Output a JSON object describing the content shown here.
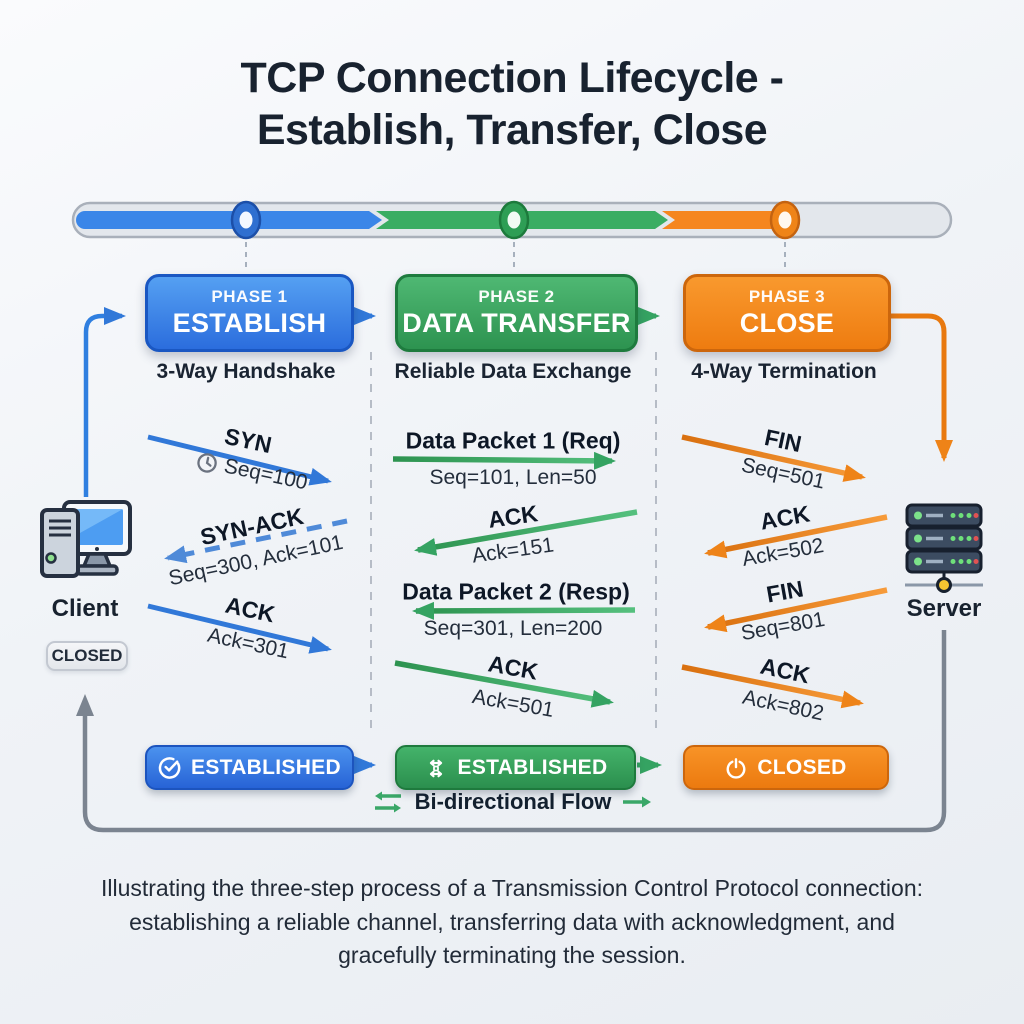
{
  "header": {
    "title_line1": "TCP Connection Lifecycle -",
    "title_line2": "Establish, Transfer, Close"
  },
  "phases": [
    {
      "kicker": "PHASE 1",
      "name": "ESTABLISH",
      "subtitle": "3-Way Handshake"
    },
    {
      "kicker": "PHASE 2",
      "name": "DATA TRANSFER",
      "subtitle": "Reliable Data Exchange"
    },
    {
      "kicker": "PHASE 3",
      "name": "CLOSE",
      "subtitle": "4-Way Termination"
    }
  ],
  "actors": {
    "client": {
      "label": "Client",
      "state": "CLOSED"
    },
    "server": {
      "label": "Server"
    }
  },
  "messages": {
    "establish": [
      {
        "name": "SYN",
        "detail": "Seq=100",
        "direction": "client-to-server",
        "icon": "clock-timer"
      },
      {
        "name": "SYN-ACK",
        "detail": "Seq=300, Ack=101",
        "direction": "server-to-client",
        "style": "dashed"
      },
      {
        "name": "ACK",
        "detail": "Ack=301",
        "direction": "client-to-server"
      }
    ],
    "transfer": [
      {
        "name": "Data Packet 1 (Req)",
        "detail": "Seq=101, Len=50",
        "direction": "client-to-server"
      },
      {
        "name": "ACK",
        "detail": "Ack=151",
        "direction": "server-to-client"
      },
      {
        "name": "Data Packet 2 (Resp)",
        "detail": "Seq=301, Len=200",
        "direction": "server-to-client"
      },
      {
        "name": "ACK",
        "detail": "Ack=501",
        "direction": "client-to-server"
      }
    ],
    "close": [
      {
        "name": "FIN",
        "detail": "Seq=501",
        "direction": "client-to-server"
      },
      {
        "name": "ACK",
        "detail": "Ack=502",
        "direction": "server-to-client"
      },
      {
        "name": "FIN",
        "detail": "Seq=801",
        "direction": "server-to-client"
      },
      {
        "name": "ACK",
        "detail": "Ack=802",
        "direction": "client-to-server"
      }
    ]
  },
  "states": [
    {
      "label": "ESTABLISHED",
      "icon": "check-circle"
    },
    {
      "label": "ESTABLISHED",
      "icon": "exchange-arrows"
    },
    {
      "label": "CLOSED",
      "icon": "power"
    }
  ],
  "flow_note": "Bi-directional Flow",
  "caption": "Illustrating the three-step process of a Transmission Control Protocol connection: establishing a reliable channel, transferring data with acknowledgment, and gracefully terminating the session.",
  "colors": {
    "blue": "#3178d8",
    "green": "#35a362",
    "orange": "#ee8318",
    "track_gray": "#e3e7ec",
    "loop_gray": "#7b8490",
    "text_dark": "#18222f"
  }
}
